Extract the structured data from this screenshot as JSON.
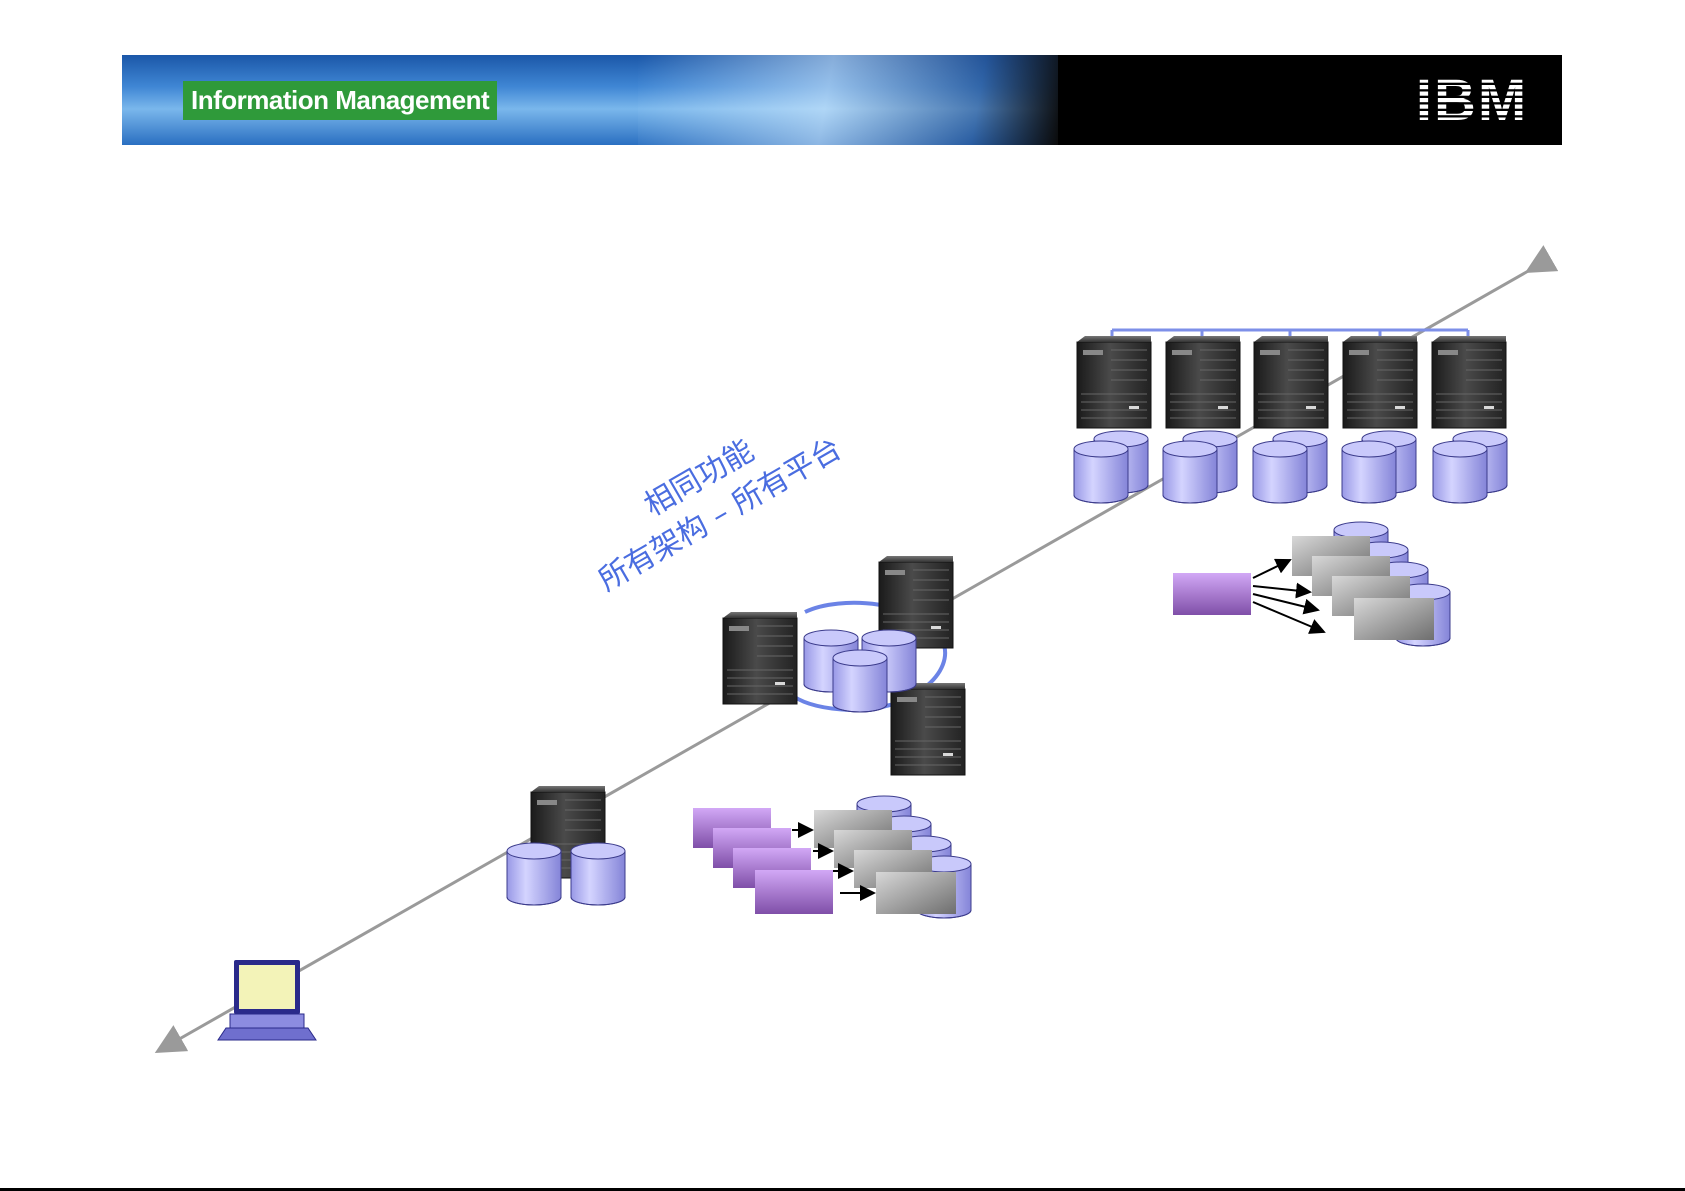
{
  "banner": {
    "product_name": "Information Management",
    "logo_text": "IBM",
    "colors": {
      "badge": "#2f9a3a",
      "banner_blue": "#1b57a8",
      "banner_black": "#000000"
    }
  },
  "tagline": {
    "line1": "相同功能",
    "line2": "所有架构 – 所有平台"
  },
  "icons": {
    "laptop": "laptop-icon",
    "server": "server-icon",
    "database": "database-cylinder-icon",
    "arrow": "scalability-arrow-icon"
  },
  "colors": {
    "cylinder": "#b3b3f2",
    "cylinder_stroke": "#3c3c8c",
    "process_box": "#c49aea",
    "partition_box": "#a8a8a8",
    "axis_arrow": "#9a9a9a",
    "interconnect": "#8a9be8",
    "tagline": "#4a6de0"
  }
}
